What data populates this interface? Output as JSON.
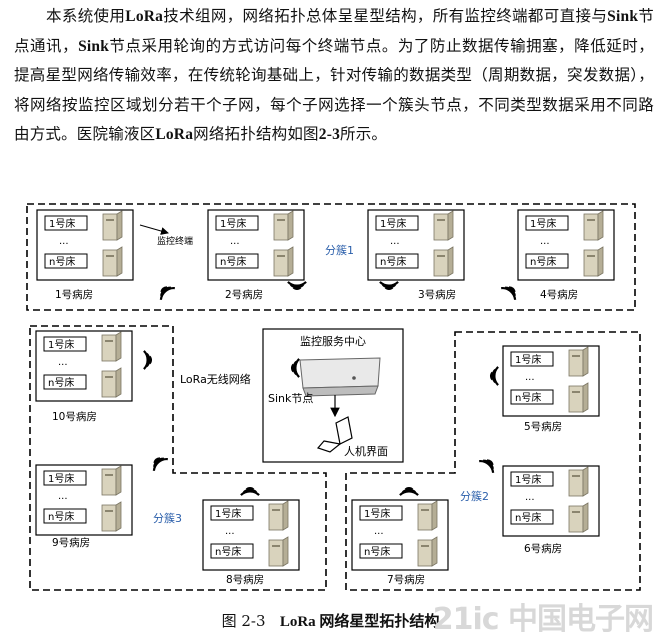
{
  "paragraph": {
    "s1": "本系统使用",
    "b1": "LoRa",
    "s2": "技术组网，网络拓扑总体呈星型结构，所有监控终端都可直接与",
    "b2": "Sink",
    "s3": "节点通讯，",
    "b3": "Sink",
    "s4": "节点采用轮询的方式访问每个终端节点。为了防止数据传输拥塞，降低延时，提高星型网络传输效率，在传统轮询基础上，针对传输的数据类型（周期数据，突发数据），将网络按监控区域划分若干个子网，每个子网选择一个簇头节点，不同类型数据采用不同路由方式。医院输液区",
    "b4": "LoRa",
    "s5": "网络拓扑结构如图",
    "b5": "2-3",
    "s6": "所示。"
  },
  "diagram": {
    "bed_first": "1号床",
    "bed_dots": "···",
    "bed_last": "n号床",
    "terminal_label": "监控终端",
    "lora_label": "LoRa无线网络",
    "center_title": "监控服务中心",
    "sink_label": "Sink节点",
    "hmi_label": "人机界面",
    "clusters": [
      "分簇1",
      "分簇2",
      "分簇3"
    ],
    "wards": [
      "1号病房",
      "2号病房",
      "3号病房",
      "4号病房",
      "5号病房",
      "6号病房",
      "7号病房",
      "8号病房",
      "9号病房",
      "10号病房"
    ]
  },
  "caption": {
    "number": "图 2-3",
    "text": "LoRa 网络星型拓扑结构"
  },
  "watermark": "21ic 中国电子网"
}
